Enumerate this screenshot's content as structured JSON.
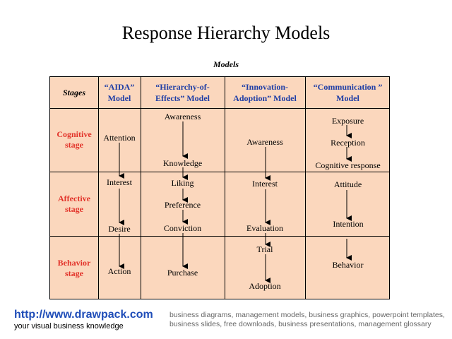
{
  "title": "Response Hierarchy Models",
  "models_label": "Models",
  "table": {
    "stages_header": "Stages",
    "columns": [
      "“AIDA” Model",
      "“Hierarchy-of-Effects” Model",
      "“Innovation-Adoption” Model",
      "“Communication ” Model"
    ],
    "stages": [
      "Cognitive stage",
      "Affective stage",
      "Behavior stage"
    ],
    "aida": [
      "Attention",
      "Interest",
      "Desire",
      "Action"
    ],
    "hierarchy_of_effects": [
      "Awareness",
      "Knowledge",
      "Liking",
      "Preference",
      "Conviction",
      "Purchase"
    ],
    "innovation_adoption": [
      "Awareness",
      "Interest",
      "Evaluation",
      "Trial",
      "Adoption"
    ],
    "communication": [
      "Exposure",
      "Reception",
      "Cognitive response",
      "Attitude",
      "Intention",
      "Behavior"
    ]
  },
  "footer": {
    "url": "http://www.drawpack.com",
    "tagline": "your visual business knowledge",
    "description": "business diagrams, management models, business graphics, powerpoint templates, business slides, free downloads, business presentations, management glossary"
  }
}
